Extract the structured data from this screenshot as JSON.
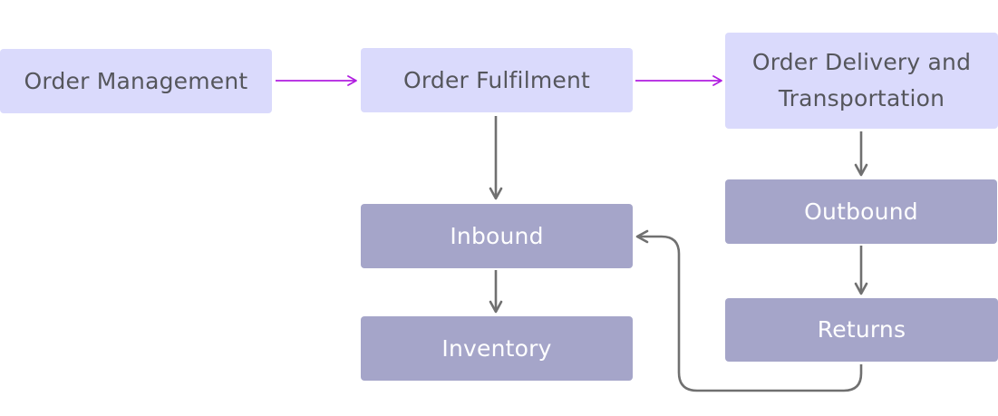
{
  "diagram": {
    "nodes": {
      "order_management": {
        "label": "Order Management"
      },
      "order_fulfilment": {
        "label": "Order Fulfilment"
      },
      "order_delivery": {
        "label_line1": "Order Delivery and",
        "label_line2": "Transportation"
      },
      "inbound": {
        "label": "Inbound"
      },
      "inventory": {
        "label": "Inventory"
      },
      "outbound": {
        "label": "Outbound"
      },
      "returns": {
        "label": "Returns"
      }
    },
    "edges": [
      {
        "from": "Order Management",
        "to": "Order Fulfilment"
      },
      {
        "from": "Order Fulfilment",
        "to": "Order Delivery and Transportation"
      },
      {
        "from": "Order Fulfilment",
        "to": "Inbound"
      },
      {
        "from": "Inbound",
        "to": "Inventory"
      },
      {
        "from": "Order Delivery and Transportation",
        "to": "Outbound"
      },
      {
        "from": "Outbound",
        "to": "Returns"
      },
      {
        "from": "Returns",
        "to": "Inbound"
      }
    ],
    "colors": {
      "light_node_fill": "#dadafc",
      "light_node_text": "#55565c",
      "dark_node_fill": "#a5a5c9",
      "dark_node_text": "#ffffff",
      "primary_arrow": "#b01ee0",
      "secondary_arrow": "#707070"
    }
  }
}
